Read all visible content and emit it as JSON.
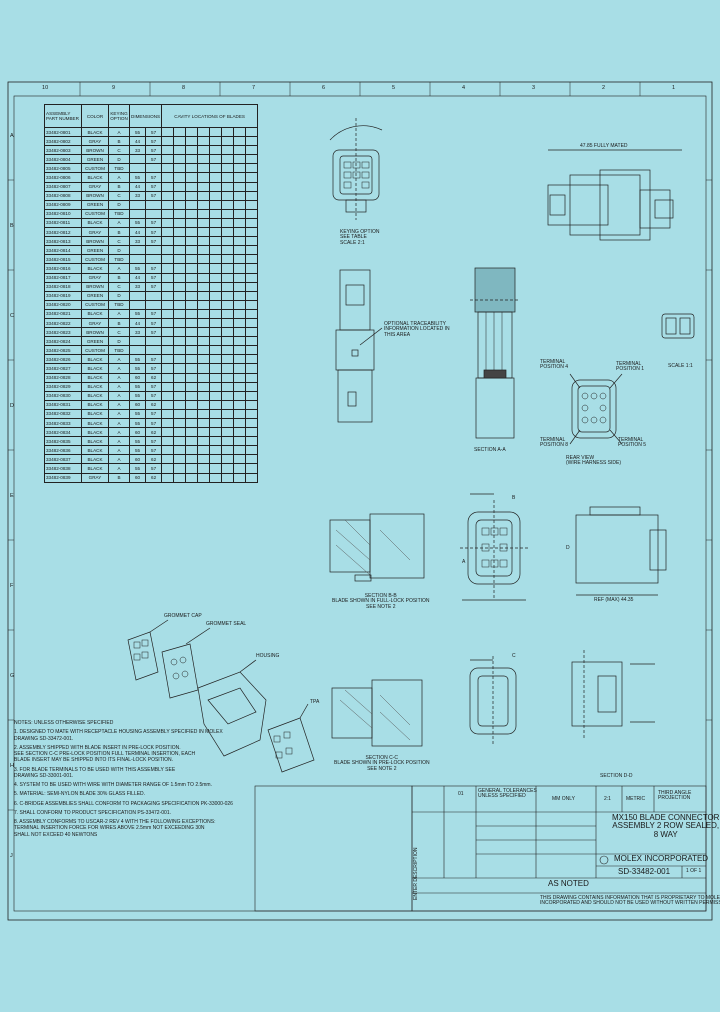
{
  "zone_numbers_top": [
    "10",
    "9",
    "8",
    "7",
    "6",
    "5",
    "4",
    "3",
    "2",
    "1"
  ],
  "zone_letters_left": [
    "A",
    "B",
    "C",
    "D",
    "E",
    "F",
    "G",
    "H",
    "J"
  ],
  "bom_table": {
    "header": [
      "ASSEMBLY PART NUMBER",
      "COLOR",
      "KEYING OPTION",
      "DIMENSIONS",
      "CAVITY LOCATIONS OF BLADES"
    ],
    "rows": [
      [
        "33482-0801",
        "BLACK",
        "A",
        "55",
        "57"
      ],
      [
        "33482-0802",
        "GRAY",
        "B",
        "44",
        "57"
      ],
      [
        "33482-0803",
        "BROWN",
        "C",
        "33",
        "57"
      ],
      [
        "33482-0804",
        "GREEN",
        "D",
        "",
        "57"
      ],
      [
        "33482-0805",
        "CUSTOM",
        "TBD",
        "",
        ""
      ],
      [
        "33482-0806",
        "BLACK",
        "A",
        "55",
        "57"
      ],
      [
        "33482-0807",
        "GRAY",
        "B",
        "44",
        "57"
      ],
      [
        "33482-0808",
        "BROWN",
        "C",
        "33",
        "57"
      ],
      [
        "33482-0809",
        "GREEN",
        "D",
        "",
        ""
      ],
      [
        "33482-0810",
        "CUSTOM",
        "TBD",
        "",
        ""
      ],
      [
        "33482-0811",
        "BLACK",
        "A",
        "55",
        "57"
      ],
      [
        "33482-0812",
        "GRAY",
        "B",
        "44",
        "57"
      ],
      [
        "33482-0813",
        "BROWN",
        "C",
        "33",
        "57"
      ],
      [
        "33482-0814",
        "GREEN",
        "D",
        "",
        ""
      ],
      [
        "33482-0815",
        "CUSTOM",
        "TBD",
        "",
        ""
      ],
      [
        "33482-0816",
        "BLACK",
        "A",
        "55",
        "57"
      ],
      [
        "33482-0817",
        "GRAY",
        "B",
        "44",
        "57"
      ],
      [
        "33482-0818",
        "BROWN",
        "C",
        "33",
        "57"
      ],
      [
        "33482-0819",
        "GREEN",
        "D",
        "",
        ""
      ],
      [
        "33482-0820",
        "CUSTOM",
        "TBD",
        "",
        ""
      ],
      [
        "33482-0821",
        "BLACK",
        "A",
        "55",
        "57"
      ],
      [
        "33482-0822",
        "GRAY",
        "B",
        "44",
        "57"
      ],
      [
        "33482-0823",
        "BROWN",
        "C",
        "33",
        "57"
      ],
      [
        "33482-0824",
        "GREEN",
        "D",
        "",
        ""
      ],
      [
        "33482-0825",
        "CUSTOM",
        "TBD",
        "",
        ""
      ],
      [
        "33482-0826",
        "BLACK",
        "A",
        "55",
        "57"
      ],
      [
        "33482-0827",
        "BLACK",
        "A",
        "55",
        "57"
      ],
      [
        "33482-0828",
        "BLACK",
        "A",
        "60",
        "62"
      ],
      [
        "33482-0829",
        "BLACK",
        "A",
        "55",
        "57"
      ],
      [
        "33482-0830",
        "BLACK",
        "A",
        "55",
        "57"
      ],
      [
        "33482-0831",
        "BLACK",
        "A",
        "60",
        "62"
      ],
      [
        "33482-0832",
        "BLACK",
        "A",
        "55",
        "57"
      ],
      [
        "33482-0833",
        "BLACK",
        "A",
        "55",
        "57"
      ],
      [
        "33482-0834",
        "BLACK",
        "A",
        "60",
        "62"
      ],
      [
        "33482-0835",
        "BLACK",
        "A",
        "55",
        "57"
      ],
      [
        "33482-0836",
        "BLACK",
        "A",
        "55",
        "57"
      ],
      [
        "33482-0837",
        "BLACK",
        "A",
        "60",
        "62"
      ],
      [
        "33482-0838",
        "BLACK",
        "A",
        "55",
        "57"
      ],
      [
        "33482-0839",
        "GRAY",
        "B",
        "60",
        "62"
      ]
    ]
  },
  "view_labels": {
    "keying_option": "KEYING OPTION\nSEE TABLE\nSCALE 2:1",
    "traceability": "OPTIONAL TRACEABILITY\nINFORMATION LOCATED IN\nTHIS AREA",
    "section_aa": "SECTION A-A",
    "terminal_pos_top_left": "TERMINAL\nPOSITION 4",
    "terminal_pos_top_right": "TERMINAL\nPOSITION 1",
    "terminal_pos_bot_left": "TERMINAL\nPOSITION 8",
    "terminal_pos_bot_right": "TERMINAL\nPOSITION 5",
    "rear_view": "REAR VIEW\n(WIRE HARNESS SIDE)",
    "scale_1": "SCALE 1:1",
    "section_bb": "SECTION B-B\nBLADE SHOWN IN FULL-LOCK POSITION\nSEE NOTE 2",
    "section_cc": "SECTION C-C\nBLADE SHOWN IN PRE-LOCK POSITION\nSEE NOTE 2",
    "section_dd": "SECTION D-D",
    "grommet_cap": "GROMMET CAP",
    "grommet_seal": "GROMMET SEAL",
    "housing": "HOUSING",
    "tpa": "TPA",
    "fully_mated": "47.85 FULLY MATED",
    "ref_dim": "REF (MAX) 44.35",
    "letter_a": "A",
    "letter_b": "B",
    "letter_c": "C",
    "letter_d": "D"
  },
  "notes": {
    "title": "NOTES: UNLESS OTHERWISE SPECIFIED",
    "items": [
      "1. DESIGNED TO MATE WITH RECEPTACLE HOUSING ASSEMBLY SPECIFIED IN MOLEX\n   DRAWING SD-33472-001.",
      "2. ASSEMBLY SHIPPED WITH BLADE INSERT IN PRE-LOCK POSITION.\n   SEE SECTION C-C PRE-LOCK POSITION FULL TERMINAL INSERTION, EACH\n   BLADE INSERT MAY BE SHIPPED INTO ITS FINAL-LOCK POSITION.",
      "3. FOR BLADE TERMINALS TO BE USED WITH THIS ASSEMBLY SEE\n   DRAWING SD-33001-001.",
      "4. SYSTEM TO BE USED WITH WIRE WITH DIAMETER RANGE OF 1.5mm TO 2.5mm.",
      "5. MATERIAL: SEMI-NYLON BLADE 30% GLASS FILLED.",
      "6. C-BRIDGE ASSEMBLIES SHALL CONFORM TO PACKAGING SPECIFICATION PK-33000-026",
      "7. SHALL CONFORM TO PRODUCT SPECIFICATION PS-33472-001.",
      "8. ASSEMBLY CONFORMS TO USCAR-2 REV 4 WITH THE FOLLOWING EXCEPTIONS:\n   TERMINAL INSERTION FORCE FOR WIRES ABOVE 2.5mm NOT EXCEEDING 30N\n   SHALL NOT EXCEED 40 NEWTONS"
    ]
  },
  "title_block": {
    "title": "MX150 BLADE CONNECTOR\nASSEMBLY 2 ROW SEALED,\n8 WAY",
    "company": "MOLEX INCORPORATED",
    "doc_number": "SD-33482-001",
    "sheet": "1 OF 1",
    "scale": "2:1",
    "units": "METRIC",
    "projection": "THIRD ANGLE\nPROJECTION",
    "general_tolerances": "GENERAL TOLERANCES\nUNLESS SPECIFIED",
    "format": "MM ONLY",
    "as_noted": "AS NOTED",
    "confidential": "THIS DRAWING CONTAINS INFORMATION THAT IS PROPRIETARY TO MOLEX\nINCORPORATED AND SHOULD NOT BE USED WITHOUT WRITTEN PERMISSION",
    "enter_description": "ENTER DESCRIPTION",
    "revision": "01"
  },
  "colors": {
    "background": "#a8dee6",
    "line": "#1a1a1a",
    "hatch": "#555555"
  }
}
